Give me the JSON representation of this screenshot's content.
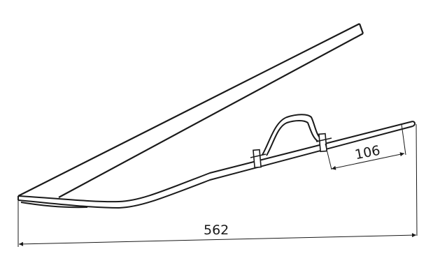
{
  "drawing": {
    "subject": "blade with handle (technical line drawing)",
    "line_color": "#1a1a1a",
    "background": "#ffffff"
  },
  "dimensions": {
    "overall_length": "562",
    "end_segment_length": "106"
  }
}
